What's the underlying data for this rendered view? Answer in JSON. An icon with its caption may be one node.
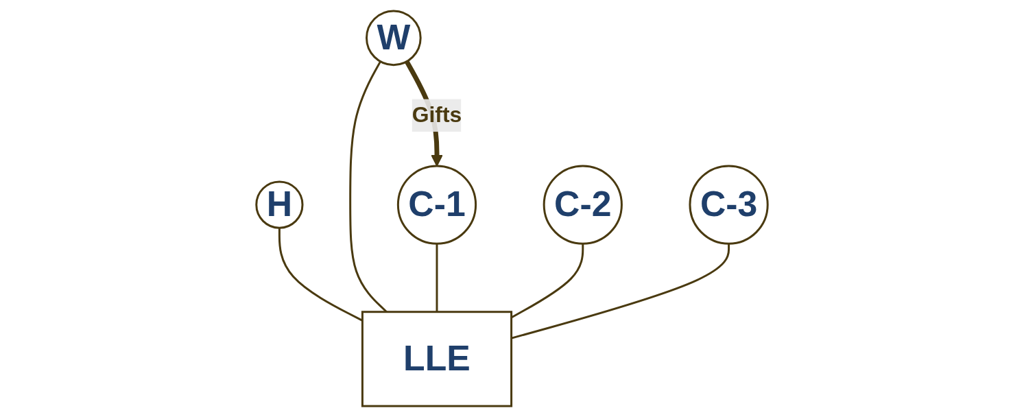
{
  "diagram": {
    "nodes": [
      {
        "text": [
          "H"
        ]
      },
      {
        "text": [
          "W"
        ]
      },
      {
        "text": [
          "C-1"
        ]
      },
      {
        "text": [
          "C-2"
        ]
      },
      {
        "text": [
          "C-3"
        ]
      },
      {
        "text": [
          "LLE"
        ]
      }
    ],
    "edges": [
      {
        "from": 1,
        "to": 2,
        "arrow": "to",
        "label": "Gifts",
        "style": "thick"
      },
      {
        "from": 0,
        "to": 5,
        "arrow": "none"
      },
      {
        "from": 1,
        "to": 5,
        "arrow": "none"
      },
      {
        "from": 2,
        "to": 5,
        "arrow": "none"
      },
      {
        "from": 3,
        "to": 5,
        "arrow": "none"
      },
      {
        "from": 4,
        "to": 5,
        "arrow": "none"
      }
    ]
  }
}
